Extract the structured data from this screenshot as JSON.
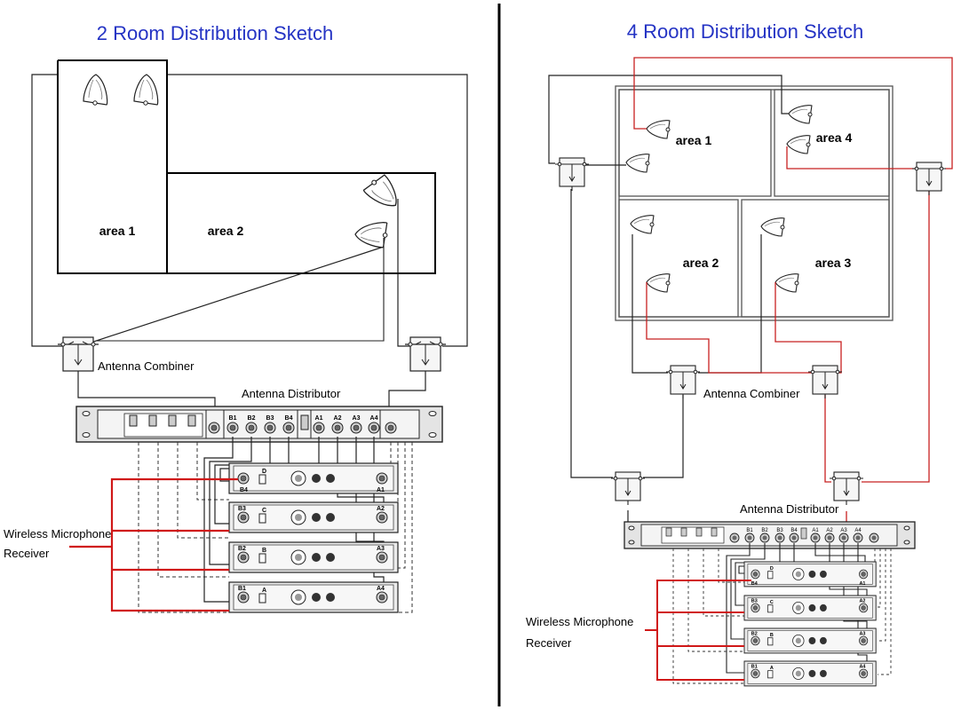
{
  "left": {
    "title": "2 Room Distribution Sketch",
    "areas": [
      "area 1",
      "area 2"
    ],
    "combiner_label": "Antenna Combiner",
    "distributor_label": "Antenna Distributor",
    "receiver_label": [
      "Wireless Microphone",
      "Receiver"
    ]
  },
  "right": {
    "title": "4 Room Distribution Sketch",
    "areas": [
      "area 1",
      "area 2",
      "area 3",
      "area 4"
    ],
    "combiner_label": "Antenna Combiner",
    "distributor_label": "Antenna Distributor",
    "receiver_label": [
      "Wireless Microphone",
      "Receiver"
    ]
  },
  "distributor_ports": [
    "B1",
    "B2",
    "B3",
    "B4",
    "A1",
    "A2",
    "A3",
    "A4"
  ],
  "receivers": [
    {
      "channel": "D",
      "b": "B4",
      "a": "A1"
    },
    {
      "channel": "C",
      "b": "B3",
      "a": "A2"
    },
    {
      "channel": "B",
      "b": "B2",
      "a": "A3"
    },
    {
      "channel": "A",
      "b": "B1",
      "a": "A4"
    }
  ],
  "colors": {
    "title": "#2433c4",
    "wire": "#222222",
    "red_wire": "#d01818",
    "divider": "#000000"
  }
}
